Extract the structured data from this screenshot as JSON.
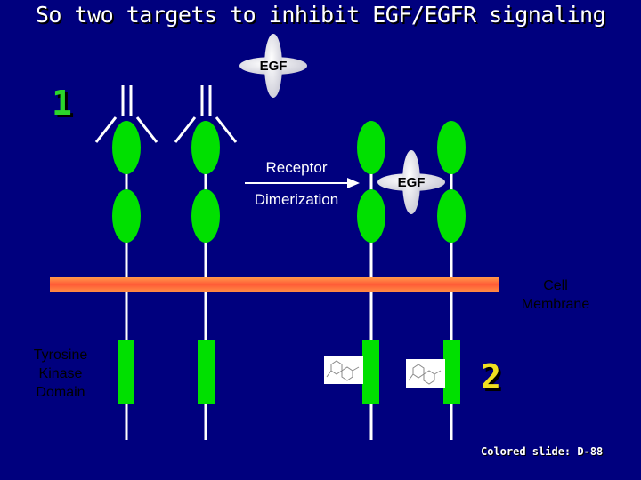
{
  "slide": {
    "title": "So two targets to inhibit EGF/EGFR signaling",
    "target_1_label": "1",
    "target_2_label": "2",
    "footer_note": "Colored slide: D-88"
  },
  "labels": {
    "egf_top": "EGF",
    "egf_bound": "EGF",
    "arrow_line1": "Receptor",
    "arrow_line2": "Dimerization",
    "cell_membrane_line1": "Cell",
    "cell_membrane_line2": "Membrane",
    "kinase_line1": "Tyrosine",
    "kinase_line2": "Kinase",
    "kinase_line3": "Domain"
  },
  "colors": {
    "background": "#00007e",
    "receptor_green": "#00e000",
    "membrane_orange": "#ff6a3a",
    "target_1_color": "#2bd62b",
    "target_2_color": "#f0e020",
    "ligand": "#e9e9ee"
  },
  "icons": {
    "antibody": "antibody-icon",
    "small_molecule": "molecule-structure-icon"
  }
}
